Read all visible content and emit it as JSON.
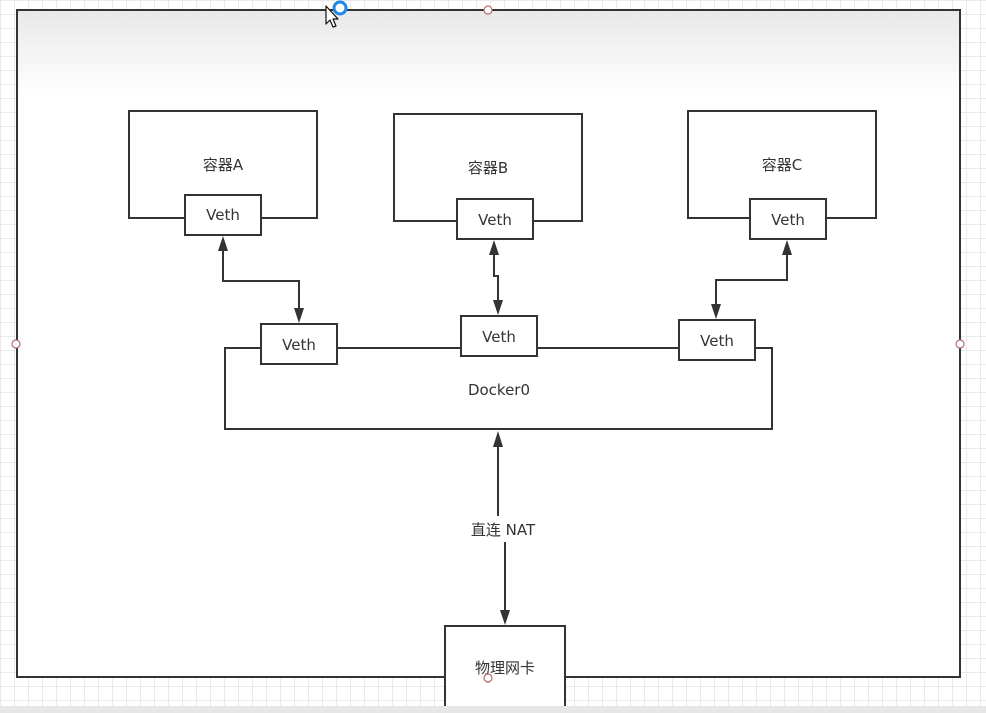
{
  "diagram": {
    "containers": [
      {
        "name": "容器A",
        "port": "Veth"
      },
      {
        "name": "容器B",
        "port": "Veth"
      },
      {
        "name": "容器C",
        "port": "Veth"
      }
    ],
    "bridge": {
      "name": "Docker0",
      "ports": [
        "Veth",
        "Veth",
        "Veth"
      ]
    },
    "link_label": "直连 NAT",
    "nic": "物理网卡"
  },
  "colors": {
    "stroke": "#333333",
    "grid": "#e9e9e9",
    "selection_handle": "#b86b6b",
    "rotate_handle": "#1e88e5"
  },
  "icons": [
    "mouse-cursor-icon",
    "rotate-handle-icon"
  ]
}
